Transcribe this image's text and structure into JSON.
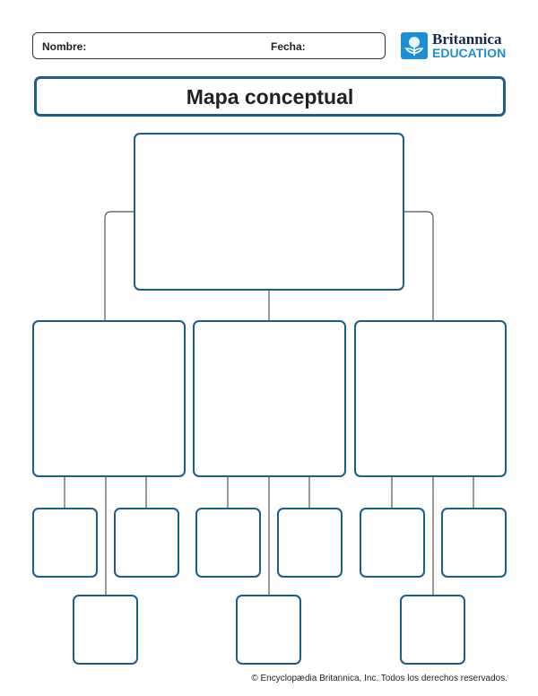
{
  "header": {
    "name_label": "Nombre:",
    "date_label": "Fecha:"
  },
  "logo": {
    "brand": "Britannica",
    "sub": "EDUCATION"
  },
  "title": "Mapa conceptual",
  "footer": "© Encyclopædia Britannica, Inc. Todos los derechos reservados.",
  "colors": {
    "box_border": "#1a5e8a",
    "logo_blue": "#1d8fd6"
  }
}
